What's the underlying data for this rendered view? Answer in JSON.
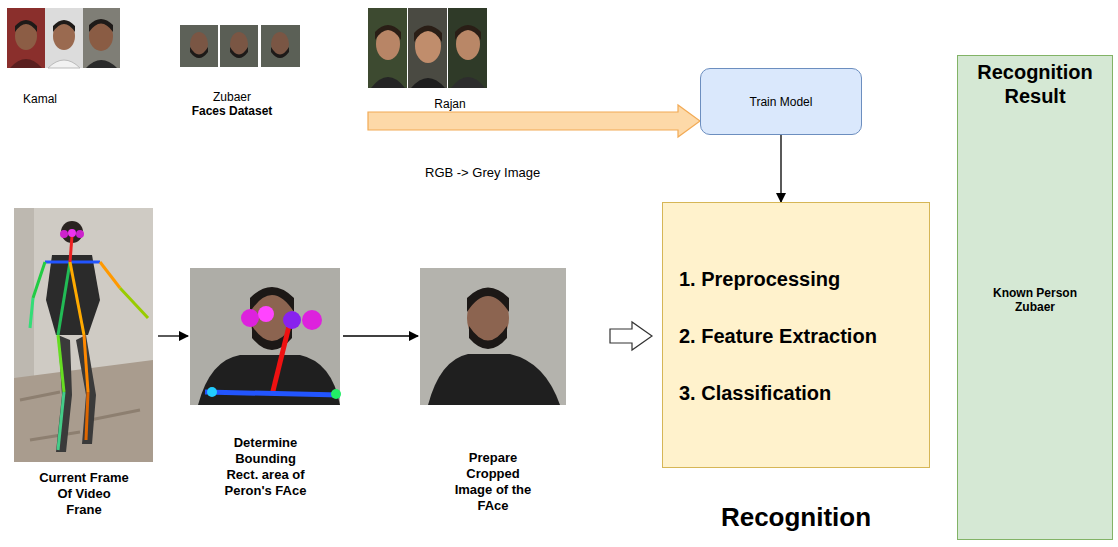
{
  "diagram": {
    "nodes": [
      {
        "text": [
          "Kamal",
          "Zubaer",
          "Faces Dataset",
          "Rajan"
        ]
      },
      {
        "text": [
          "Train Model"
        ]
      },
      {
        "text": [
          "Recognition Result",
          "Known Person Zubaer"
        ]
      },
      {
        "text": [
          "Current Frame Of Video Frane"
        ]
      },
      {
        "text": [
          "Determine Bounding Rect. area of Peron's FAce"
        ]
      },
      {
        "text": [
          "Prepare Cropped Image of the FAce"
        ]
      },
      {
        "text": [
          "1. Preprocessing",
          "2. Feature Extraction",
          "3. Classification",
          "Recognition"
        ]
      }
    ],
    "edges": [
      {
        "from": 0,
        "to": 1,
        "arrow": "to"
      },
      {
        "from": 1,
        "to": 6,
        "arrow": "to"
      },
      {
        "from": 3,
        "to": 4,
        "arrow": "to"
      },
      {
        "from": 4,
        "to": 5,
        "arrow": "to"
      },
      {
        "from": 5,
        "to": 6,
        "arrow": "to"
      }
    ],
    "labels": [
      "RGB -> Grey Image"
    ]
  }
}
